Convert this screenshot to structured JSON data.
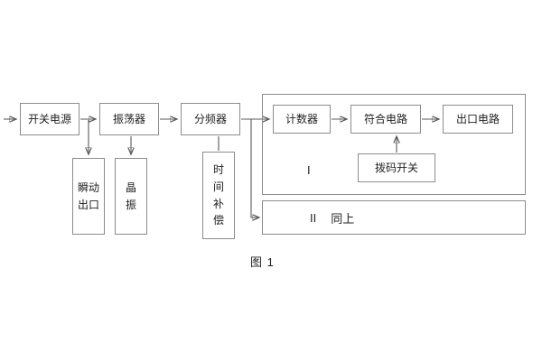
{
  "figure": {
    "caption": "图 1"
  },
  "blocks": {
    "power_supply": "开关电源",
    "oscillator": "振荡器",
    "frequency_divider": "分频器",
    "counter": "计数器",
    "coincidence_circuit": "符合电路",
    "output_circuit": "出口电路",
    "dip_switch": "拨码开关",
    "instant_output": "瞬动出口",
    "crystal_oscillator": "晶振",
    "time_compensation": "时间补偿"
  },
  "groups": {
    "group1_label": "I",
    "group2_num": "II",
    "group2_text": "同上"
  }
}
